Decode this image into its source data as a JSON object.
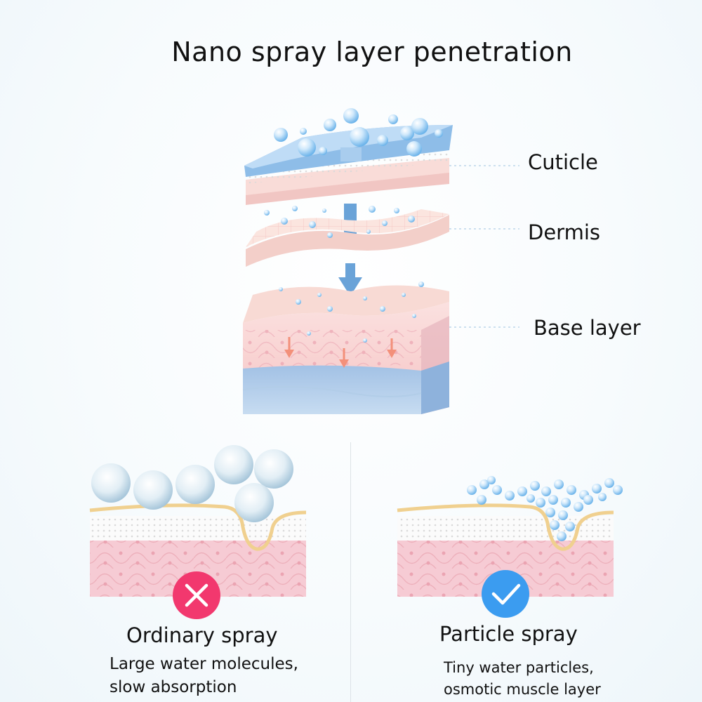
{
  "title": "Nano spray layer penetration",
  "layers": {
    "cuticle": "Cuticle",
    "dermis": "Dermis",
    "base": "Base layer"
  },
  "comparison": {
    "ordinary": {
      "title": "Ordinary spray",
      "desc_line1": "Large water molecules,",
      "desc_line2": "slow absorption",
      "badge_icon": "x-icon",
      "badge_color": "#f2386e"
    },
    "particle": {
      "title": "Particle spray",
      "desc_line1": "Tiny water particles,",
      "desc_line2": "osmotic muscle layer",
      "badge_icon": "check-icon",
      "badge_color": "#3b9cf0"
    }
  },
  "colors": {
    "skin_pink": "#f6c9cf",
    "water_blue": "#a9d6f5",
    "base_blue": "#9fc3e6",
    "cuticle_blue": "#7fb4e6"
  }
}
